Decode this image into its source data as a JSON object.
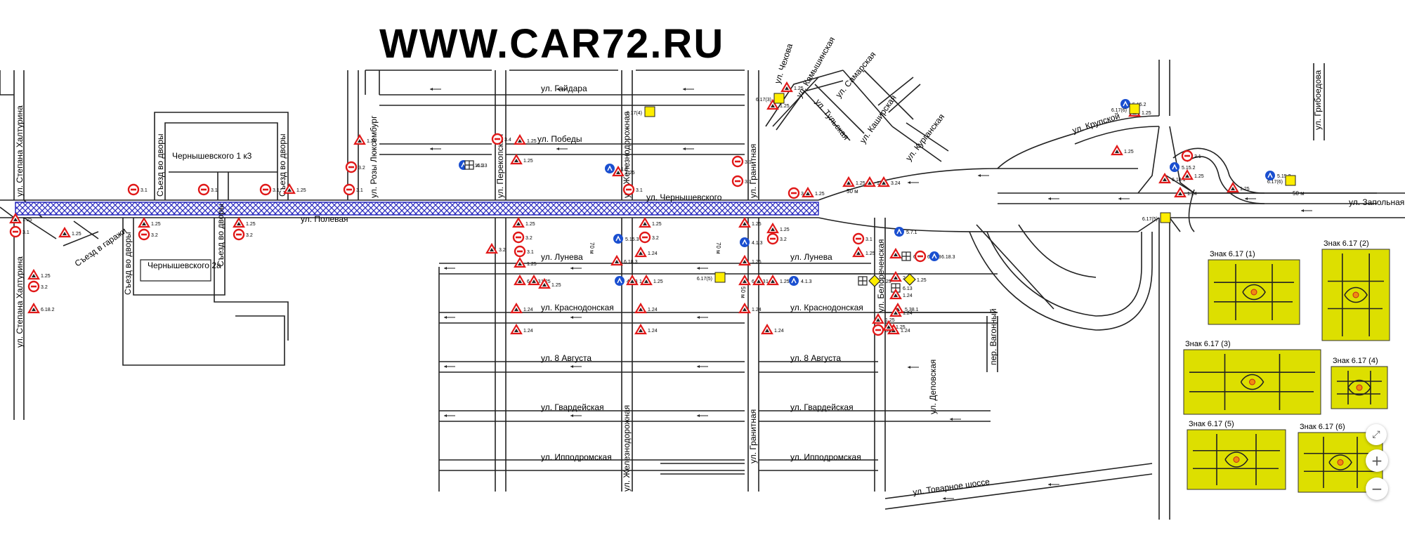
{
  "watermark": "WWW.CAR72.RU",
  "streets": {
    "gaidara": "ул. Гайдара",
    "pobedy": "ул. Победы",
    "chernyshevskogo": "ул. Чернышевского",
    "polevaya": "ул. Полевая",
    "luneva_1": "ул. Лунева",
    "luneva_2": "ул. Лунева",
    "krasnodonskaya_1": "ул. Краснодонская",
    "krasnodonskaya_2": "ул. Краснодонская",
    "avgusta_1": "ул. 8 Августа",
    "avgusta_2": "ул. 8 Августа",
    "gvardeiskaya_1": "ул. Гвардейская",
    "gvardeiskaya_2": "ул. Гвардейская",
    "ippodromskaya_1": "ул. Ипподромская",
    "ippodromskaya_2": "ул. Ипподромская",
    "tovarnoe": "ул. Товарное шоссе",
    "zapolnaya": "ул. Запольная",
    "krupskoi": "ул. Крупской",
    "griboedova": "ул. Грибоедова",
    "khaltyrina_1": "ул. Степана Халтурина",
    "khaltyrina_2": "ул. Степана Халтурина",
    "roza": "ул. Розы Люксембург",
    "perekopskaya": "ул. Перекопская",
    "zhd_1": "ул. Железнодорожная",
    "zhd_2": "ул. Железнодорожная",
    "granitnaya_1": "ул. Гранитная",
    "granitnaya_2": "ул. Гранитная",
    "chekhova": "ул. Чехова",
    "kamyshinskaya": "ул. Камышинская",
    "samarskaya": "ул. Самарская",
    "tulskaya": "ул. Тульская",
    "kashirskaya": "ул. Каширская",
    "kurganskaya": "ул. Курганская",
    "belorechenskaya": "ул. Белореченская",
    "depovskaya": "ул. Деповская",
    "vagonny": "пер. Вагонный"
  },
  "places": {
    "chern_1k3": "Чернышевского 1 к3",
    "chern_2a": "Чернышевского 2а",
    "dvor_1": "Съезд во дворы",
    "dvor_2": "Съезд во дворы",
    "dvor_3": "Съезд во дворы",
    "dvor_4": "Съезд во дворы",
    "garazhi": "Съезд в гаражи"
  },
  "distances": {
    "d50_1": "50 м",
    "d50_2": "50 м",
    "d70_1": "70 м",
    "d70_2": "70 м",
    "d50_3": "50 м"
  },
  "sign_codes": {
    "s1": "1.25",
    "s2": "3.1",
    "s3": "1.25",
    "s4": "3.2",
    "s5": "1.25",
    "s6": "6.18.2",
    "s7": "1.25",
    "s8": "3.1",
    "s9": "1.25",
    "s10": "3.2",
    "s11": "3.1",
    "s12": "1.25",
    "s13": "3.2",
    "s14": "1.25",
    "s15": "3.1",
    "s16": "1.25",
    "s17": "3.2",
    "s18": "3.1",
    "s19": "1.25",
    "s20": "3.2",
    "s21": "3.4",
    "s22": "5.15.3",
    "s23": "4.1.3",
    "s24": "1.25",
    "s25": "6.18.2",
    "s26": "1.25",
    "s27": "3.2",
    "s28": "1.25",
    "s29": "6.18.3",
    "s30": "1.25",
    "s31": "1.24",
    "s32": "3.1",
    "s33": "4.1.3",
    "s34": "3.24",
    "s35": "5.7.1",
    "s36": "2.4",
    "s37": "6.13",
    "s38": "6.18.3",
    "s39": "2.4",
    "s40": "6.13",
    "s41": "1.25",
    "s42": "5.38.1",
    "s43": "1.24",
    "s44": "6.17(3)",
    "s45": "6.17(4)",
    "s46": "6.17(5)",
    "s47": "6.17(6)",
    "s48": "5.15.2",
    "s49": "6.18.1"
  },
  "insets": {
    "i1": "Знак 6.17 (1)",
    "i2": "Знак 6.17 (2)",
    "i3": "Знак 6.17 (3)",
    "i4": "Знак 6.17 (4)",
    "i5": "Знак 6.17 (5)",
    "i6": "Знак 6.17 (6)"
  },
  "controls": {
    "fullscreen": "⤢",
    "zoom_in": "+",
    "zoom_out": "−"
  },
  "colors": {
    "closure_fill": "#2d2dbe",
    "sign_red": "#e01818",
    "sign_yellow": "#ffee00",
    "inset_fill": "#dddf00",
    "road_edge": "#222222"
  }
}
